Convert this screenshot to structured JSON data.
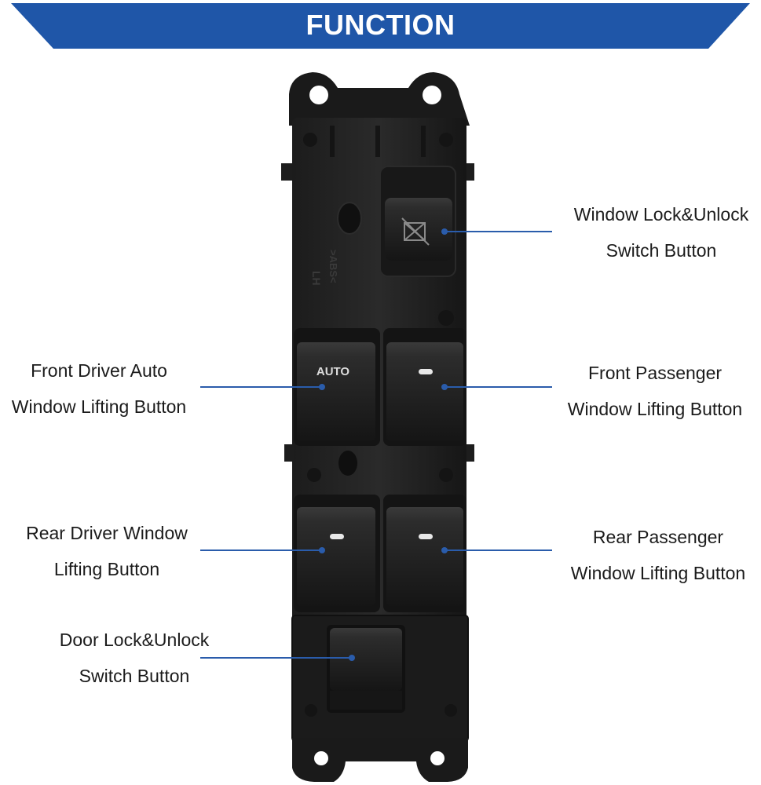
{
  "banner": {
    "title": "FUNCTION",
    "color": "#1f56a8"
  },
  "product": {
    "auto_button_text": "AUTO",
    "housing_mark": ">ABS<",
    "side_mark": "LH"
  },
  "callouts": {
    "window_lock": {
      "line1": "Window Lock&Unlock",
      "line2": "Switch Button"
    },
    "front_driver": {
      "line1": "Front Driver Auto",
      "line2": "Window Lifting Button"
    },
    "front_passenger": {
      "line1": "Front Passenger",
      "line2": "Window Lifting Button"
    },
    "rear_driver": {
      "line1": "Rear Driver Window",
      "line2": "Lifting Button"
    },
    "rear_passenger": {
      "line1": "Rear Passenger",
      "line2": "Window Lifting Button"
    },
    "door_lock": {
      "line1": "Door Lock&Unlock",
      "line2": "Switch Button"
    }
  },
  "leader_color": "#2a5cab"
}
